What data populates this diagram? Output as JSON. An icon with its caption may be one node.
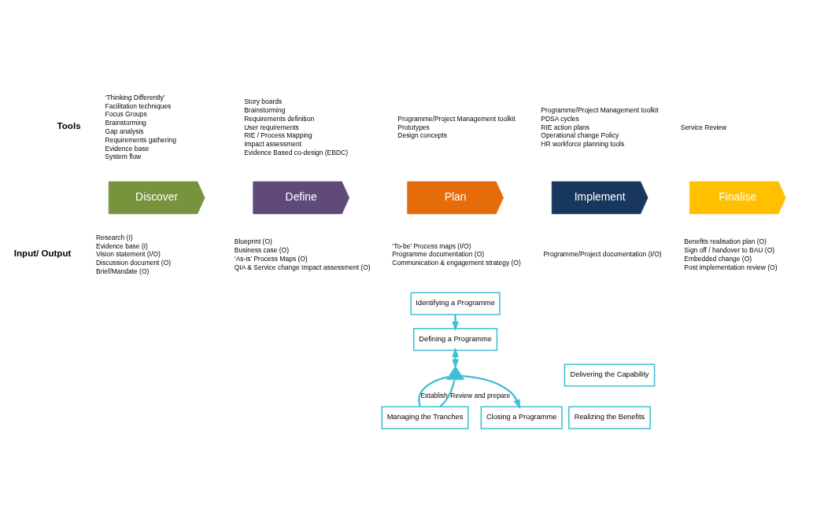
{
  "diagram": {
    "nodes": [
      {
        "text": [
          "Discover"
        ]
      },
      {
        "text": [
          "Define"
        ]
      },
      {
        "text": [
          "Plan"
        ]
      },
      {
        "text": [
          "Implement"
        ]
      },
      {
        "text": [
          "Finalise"
        ]
      },
      {
        "text": [
          "Identifying a Programme"
        ]
      },
      {
        "text": [
          "Defining a Programme"
        ]
      },
      {
        "text": [],
        "shape": "triangle"
      },
      {
        "text": [
          "Delivering the Capability"
        ]
      },
      {
        "text": [
          "Realizing the Benefits"
        ]
      },
      {
        "text": [
          "Managing the Tranches"
        ]
      },
      {
        "text": [
          "Closing a Programme"
        ]
      }
    ],
    "edges": [
      {
        "from": 5,
        "to": 6,
        "arrow": "to"
      },
      {
        "from": 6,
        "to": 7,
        "arrow": "both"
      },
      {
        "from": 7,
        "to": 11,
        "arrow": "to"
      },
      {
        "from": 7,
        "to": 10,
        "arrow": "none",
        "label": "Establish"
      },
      {
        "from": 10,
        "to": 7,
        "arrow": "none",
        "label": "Review and prepare"
      }
    ],
    "labels": [
      "Tools",
      "‘Thinking Differently’",
      "Facilitation techniques",
      "Focus Groups",
      "Brainstorming",
      "Gap analysis",
      "Requirements gathering",
      "Evidence base",
      "System flow",
      "Story boards",
      "Brainstorming",
      "Requirements definition",
      "User requirements",
      "RIE / Process Mapping",
      "Impact assessment",
      "Evidence Based co-design (EBDC)",
      "Programme/Project Management toolkit",
      "Prototypes",
      "Design concepts",
      "Programme/Project Management toolkit",
      "PDSA cycles",
      "RIE action plans",
      "Operational change Policy",
      "HR workforce planning tools",
      "Service Review",
      "Input/ Output",
      "Research (I)",
      "Evidence base (I)",
      "Vision statement (I/O)",
      "Discussion document (O)",
      "Brief/Mandate (O)",
      "Blueprint (O)",
      "Business case (O)",
      "‘As-is’ Process Maps (O)",
      "QIA & Service change Impact assessment (O)",
      "‘To-be’ Process maps (I/O)",
      "Programme documentation (O)",
      "Communication & engagement strategy (O)",
      "Programme/Project documentation (I/O)",
      "Benefits realisation plan (O)",
      "Sign off / handover to BAU (O)",
      "Embedded change (O)",
      "Post implementation review (O)"
    ]
  }
}
